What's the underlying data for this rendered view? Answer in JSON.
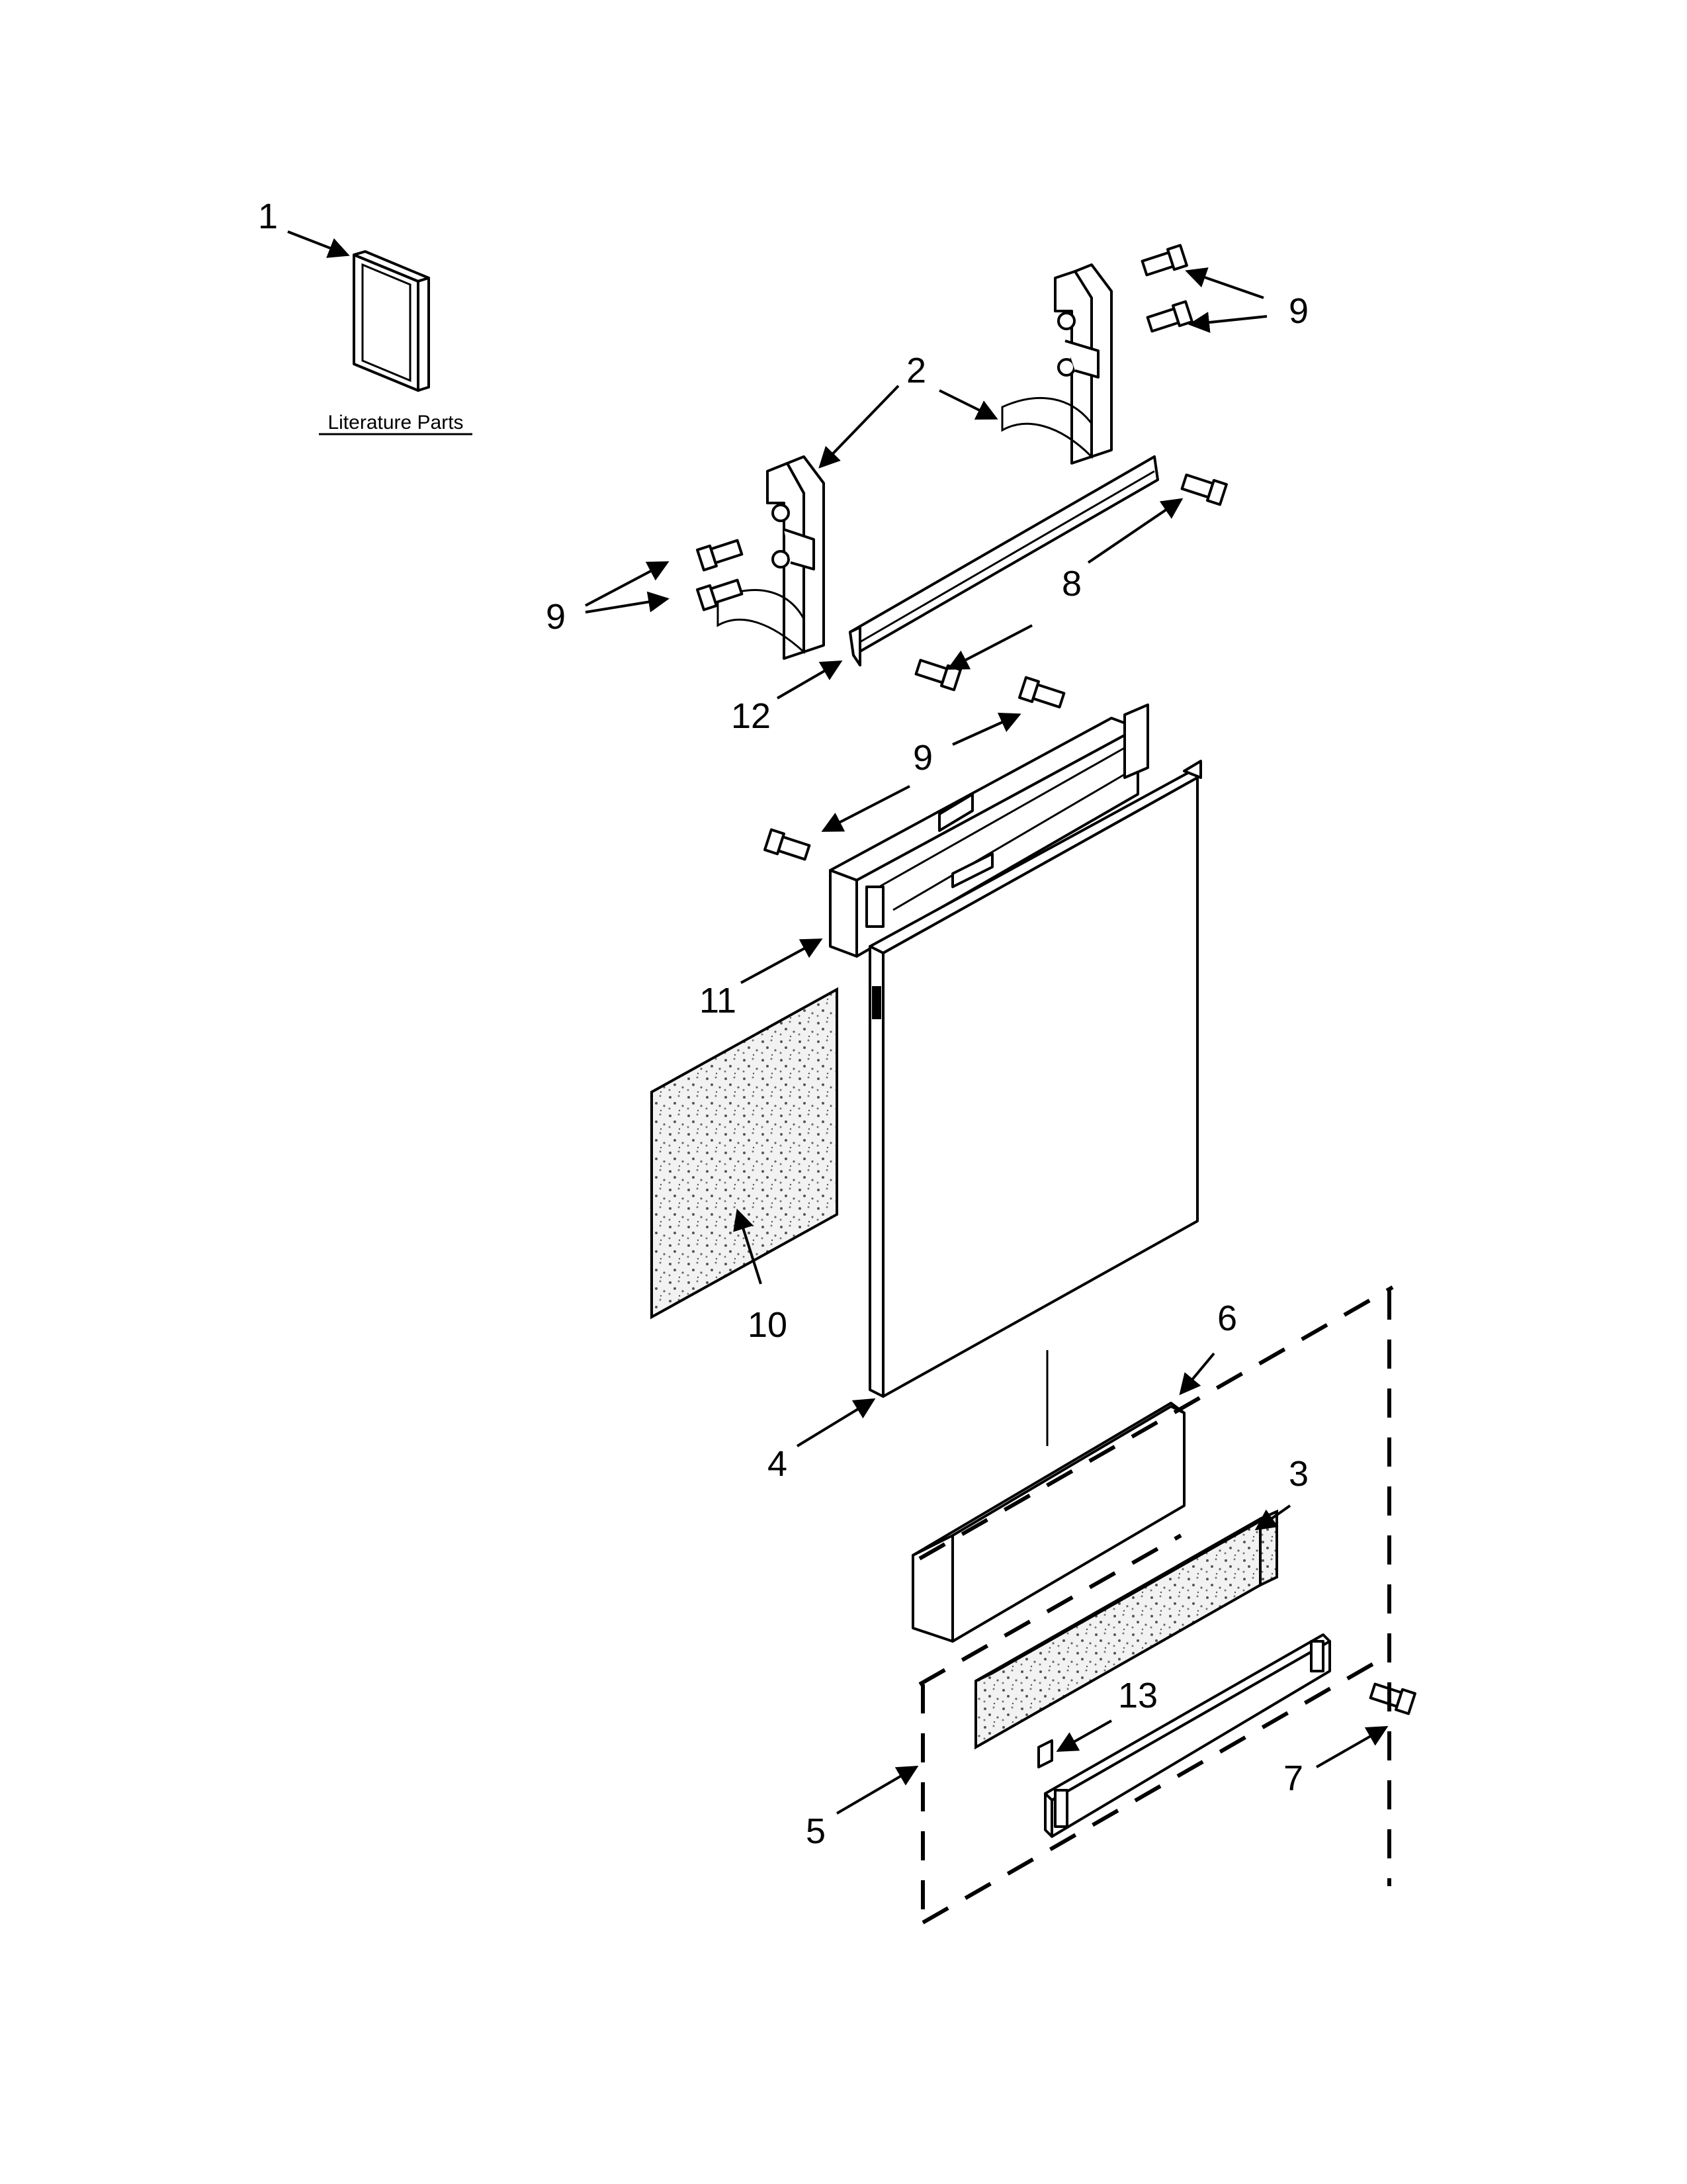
{
  "literature": {
    "label": "Literature Parts"
  },
  "callouts": [
    {
      "id": "c1",
      "text": "1"
    },
    {
      "id": "c2",
      "text": "2"
    },
    {
      "id": "c9a",
      "text": "9"
    },
    {
      "id": "c9b",
      "text": "9"
    },
    {
      "id": "c8",
      "text": "8"
    },
    {
      "id": "c12",
      "text": "12"
    },
    {
      "id": "c9c",
      "text": "9"
    },
    {
      "id": "c11",
      "text": "11"
    },
    {
      "id": "c10",
      "text": "10"
    },
    {
      "id": "c4",
      "text": "4"
    },
    {
      "id": "c6",
      "text": "6"
    },
    {
      "id": "c3",
      "text": "3"
    },
    {
      "id": "c13",
      "text": "13"
    },
    {
      "id": "c5",
      "text": "5"
    },
    {
      "id": "c7",
      "text": "7"
    }
  ]
}
